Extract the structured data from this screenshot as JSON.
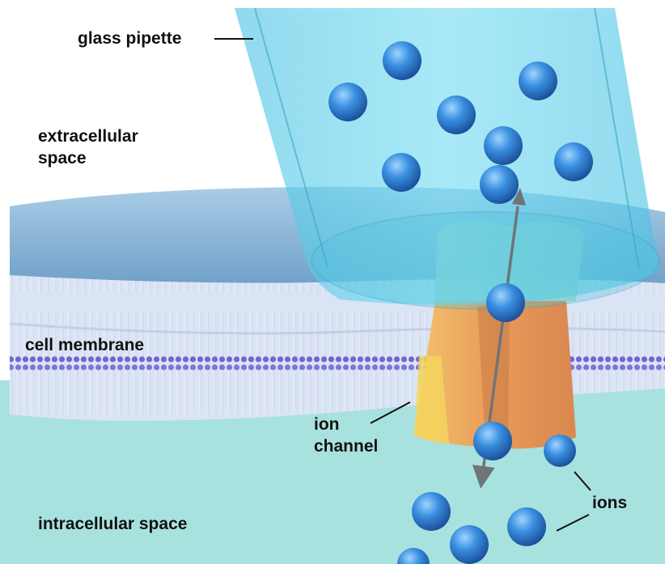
{
  "labels": {
    "glass_pipette": "glass pipette",
    "extracellular_line1": "extracellular",
    "extracellular_line2": "space",
    "cell_membrane": "cell membrane",
    "ion_channel_line1": "ion",
    "ion_channel_line2": "channel",
    "intracellular_space": "intracellular space",
    "ions": "ions"
  },
  "colors": {
    "extracellular": "#ffffff",
    "membrane_surface": "#8fb8d8",
    "lipid_heads": "#7c6fd6",
    "lipid_tails": "#dfe6f5",
    "intracellular": "#a8e2de",
    "pipette_glass": "#62d4ec",
    "channel_outer": "#e8a25a",
    "channel_inner": "#a6d8c0",
    "ion": "#2f86d8",
    "arrow": "#6f7478",
    "label_text": "#111111"
  }
}
